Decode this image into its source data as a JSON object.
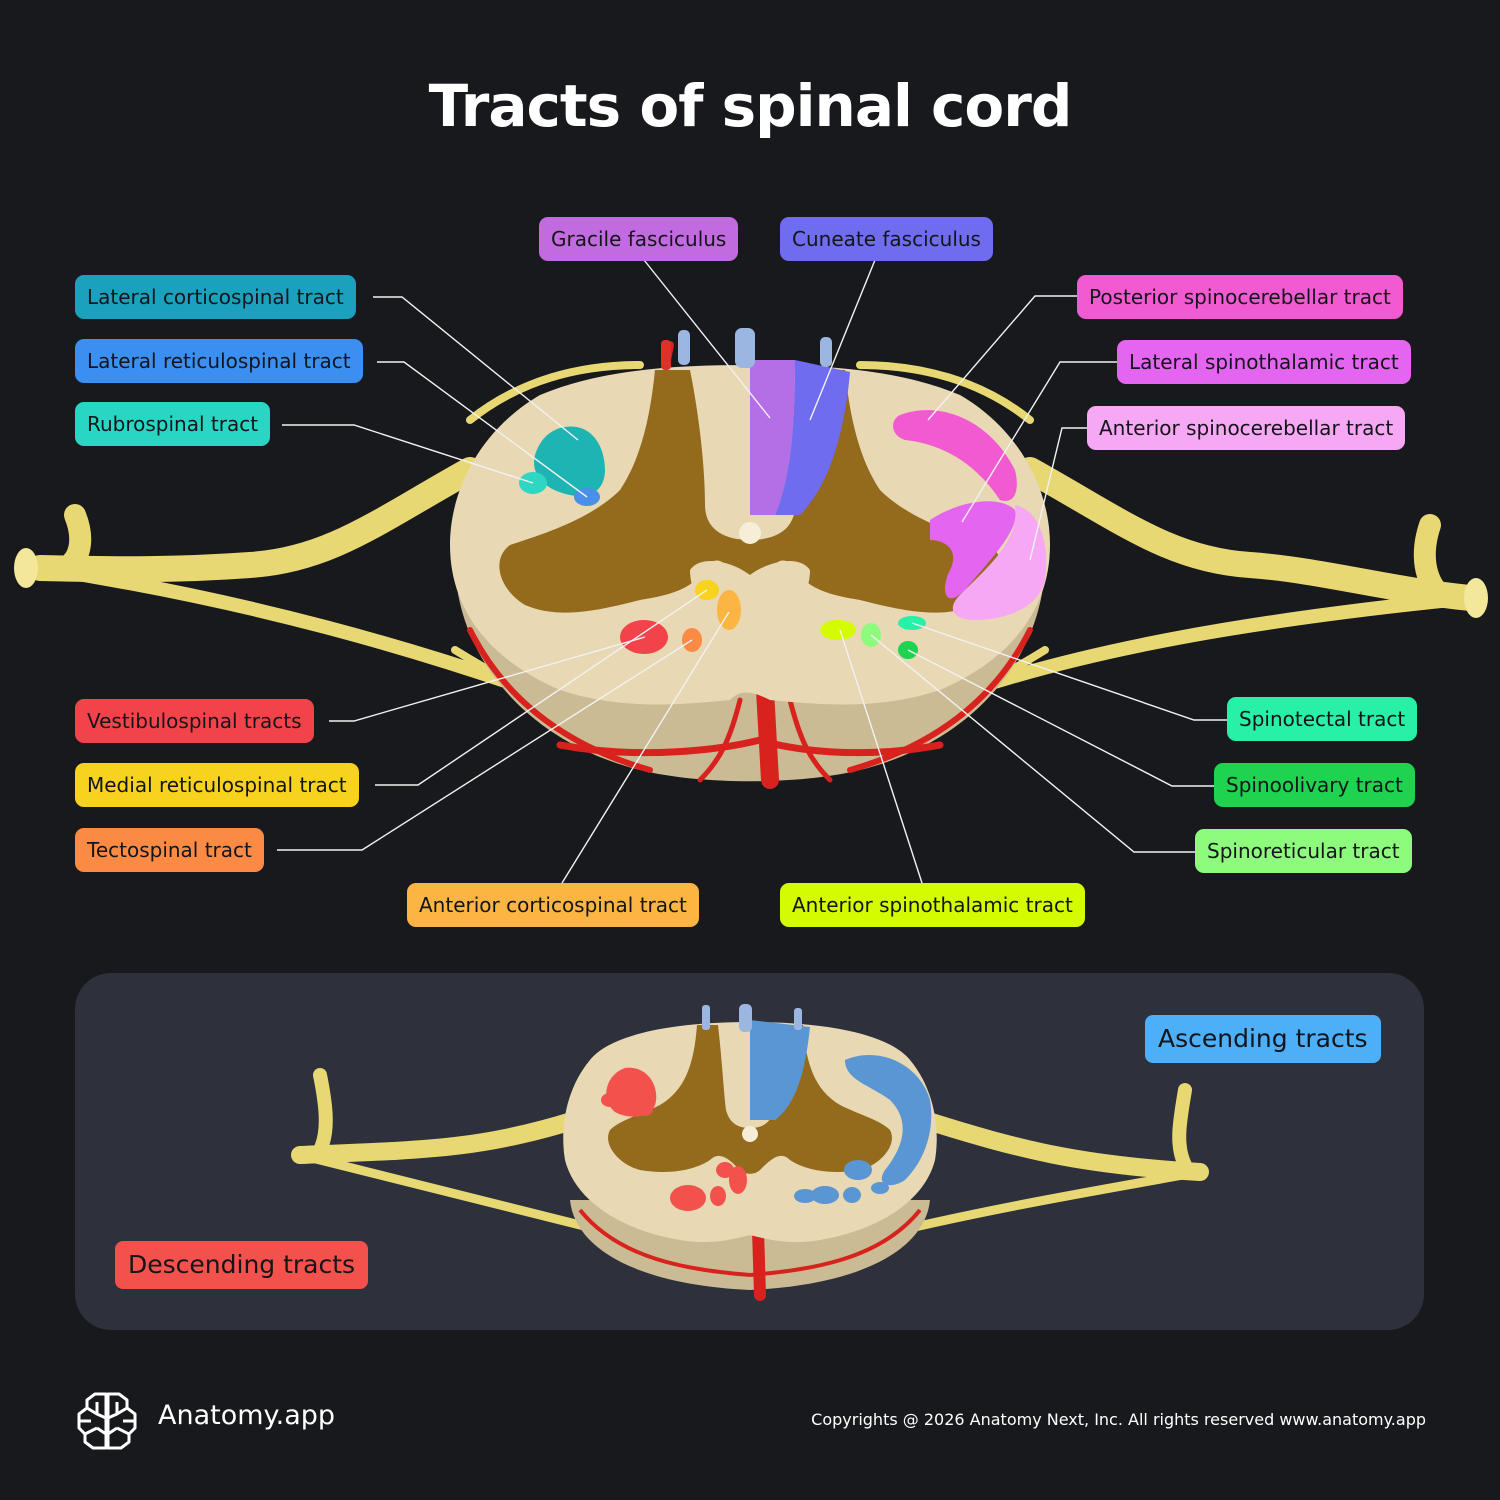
{
  "title": "Tracts of spinal cord",
  "labels": {
    "gracile": "Gracile fasciculus",
    "cuneate": "Cuneate fasciculus",
    "lateral_corticospinal": "Lateral corticospinal tract",
    "lateral_reticulospinal": "Lateral reticulospinal tract",
    "rubrospinal": "Rubrospinal tract",
    "posterior_spinocerebellar": "Posterior spinocerebellar tract",
    "lateral_spinothalamic": "Lateral spinothalamic tract",
    "anterior_spinocerebellar": "Anterior spinocerebellar tract",
    "vestibulospinal": "Vestibulospinal tracts",
    "medial_reticulospinal": "Medial reticulospinal tract",
    "tectospinal": "Tectospinal tract",
    "anterior_corticospinal": "Anterior corticospinal tract",
    "anterior_spinothalamic": "Anterior spinothalamic tract",
    "spinotectal": "Spinotectal tract",
    "spinoolivary": "Spinoolivary tract",
    "spinoreticular": "Spinoreticular tract"
  },
  "label_colors": {
    "gracile": "#c26ae0",
    "cuneate": "#6f6cf0",
    "lateral_corticospinal": "#1ba1bd",
    "lateral_reticulospinal": "#3b8ff0",
    "rubrospinal": "#29d6c4",
    "posterior_spinocerebellar": "#f25ad2",
    "lateral_spinothalamic": "#e466f0",
    "anterior_spinocerebellar": "#f7a8f5",
    "vestibulospinal": "#f2434a",
    "medial_reticulospinal": "#f7d21e",
    "tectospinal": "#fb8a45",
    "anterior_corticospinal": "#fcb542",
    "anterior_spinothalamic": "#d5fb00",
    "spinotectal": "#28f0a6",
    "spinoolivary": "#1fd24f",
    "spinoreticular": "#8dfb7b"
  },
  "legend": {
    "ascending": "Ascending tracts",
    "descending": "Descending tracts",
    "ascending_color": "#4daff7",
    "descending_color": "#f2514c"
  },
  "footer": {
    "brand": "Anatomy.app",
    "copyright": "Copyrights @ 2026 Anatomy Next, Inc. All rights reserved www.anatomy.app"
  }
}
